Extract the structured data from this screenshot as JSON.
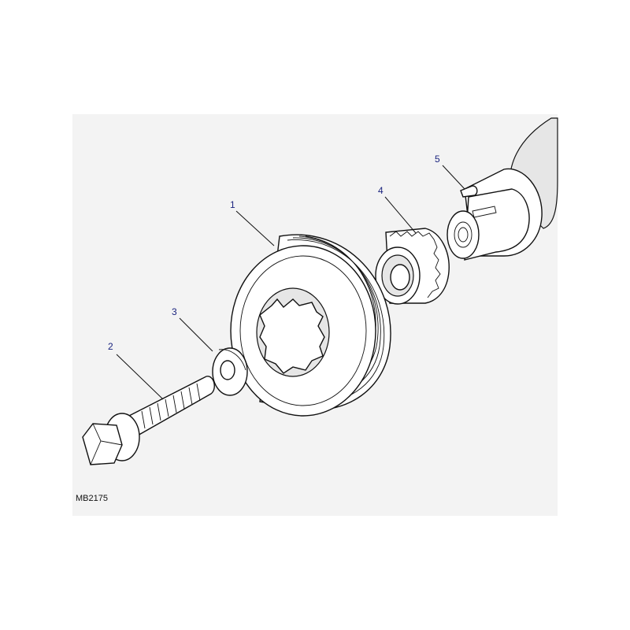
{
  "callouts": [
    {
      "id": "1",
      "text": "1"
    },
    {
      "id": "2",
      "text": "2"
    },
    {
      "id": "3",
      "text": "3"
    },
    {
      "id": "4",
      "text": "4"
    },
    {
      "id": "5",
      "text": "5"
    }
  ],
  "figure_id": "MB2175",
  "colors": {
    "panel": "#f3f3f3",
    "line": "#111111",
    "callout": "#1a237e"
  },
  "parts": [
    "crankshaft-pulley",
    "pulley-bolt",
    "washer",
    "crankshaft-sprocket",
    "woodruff-key",
    "crankshaft-nose"
  ]
}
